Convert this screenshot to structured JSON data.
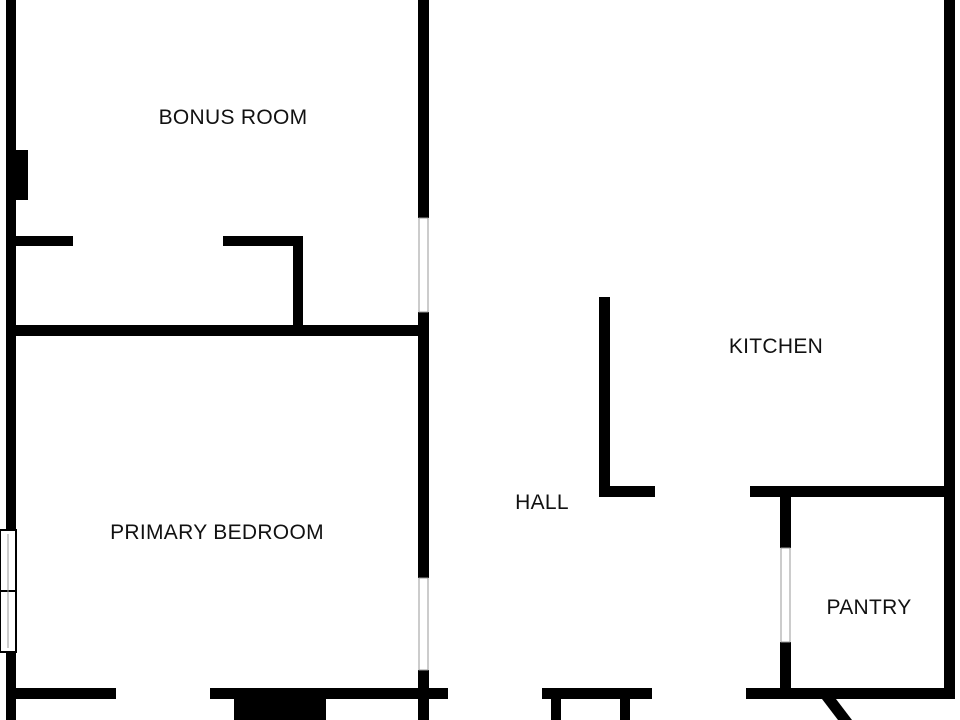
{
  "plan": {
    "wall_color": "#000000",
    "background_color": "#ffffff",
    "window_fill": "#ffffff",
    "window_stroke": "#9a9a9a"
  },
  "rooms": {
    "bonus_room": "BONUS ROOM",
    "primary_bedroom": "PRIMARY BEDROOM",
    "hall": "HALL",
    "kitchen": "KITCHEN",
    "pantry": "PANTRY"
  }
}
